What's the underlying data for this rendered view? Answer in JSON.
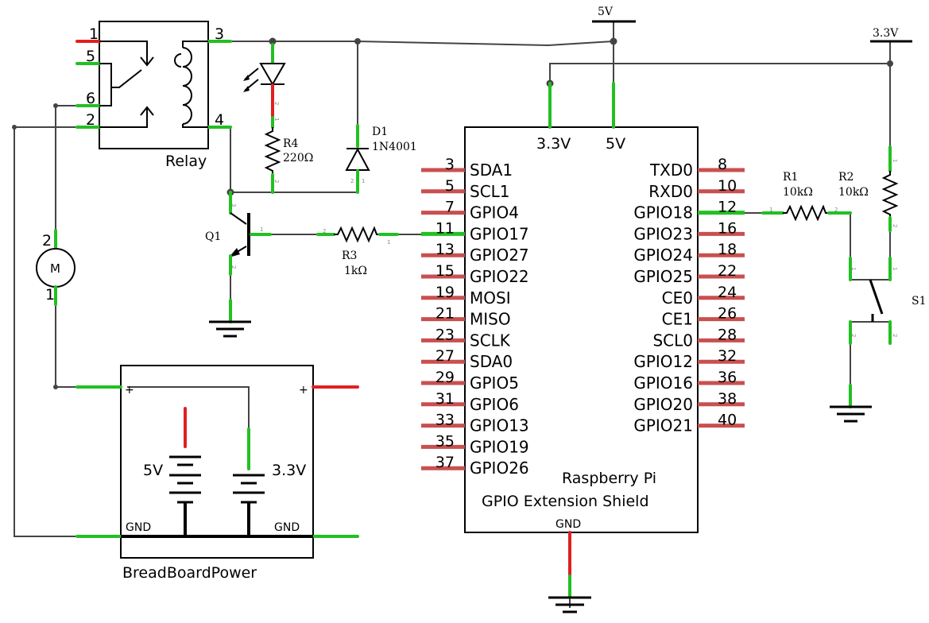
{
  "rails": {
    "five_v": "5V",
    "three_v": "3.3V"
  },
  "relay": {
    "label": "Relay",
    "pins": [
      "1",
      "5",
      "6",
      "2",
      "3",
      "4"
    ]
  },
  "motor": {
    "symbol": "M",
    "pin_top": "2",
    "pin_bottom": "1"
  },
  "breadboard": {
    "label": "BreadBoardPower",
    "plus": "+",
    "five_v": "5V",
    "three_v": "3.3V",
    "gnd": "GND"
  },
  "led": {
    "pin_bottom": "2",
    "pin_mid": "1"
  },
  "r4": {
    "name": "R4",
    "value": "220Ω",
    "pin_top": "1",
    "pin_bottom": "2"
  },
  "d1": {
    "name": "D1",
    "part": "1N4001",
    "pin_a": "2",
    "pin_b": "1"
  },
  "q1": {
    "name": "Q1",
    "pin_c": "3",
    "pin_b": "1",
    "pin_e": "2"
  },
  "r3": {
    "name": "R3",
    "value": "1kΩ",
    "pin_a": "2",
    "pin_b": "1"
  },
  "r1": {
    "name": "R1",
    "value": "10kΩ",
    "pin_a": "1",
    "pin_b": "2"
  },
  "r2": {
    "name": "R2",
    "value": "10kΩ",
    "pin_a": "1",
    "pin_b": "2"
  },
  "s1": {
    "name": "S1",
    "pins": [
      "1",
      "1",
      "2",
      "2"
    ]
  },
  "pi": {
    "title_line1": "Raspberry Pi",
    "title_line2": "GPIO Extension Shield",
    "top_left": "3.3V",
    "top_right": "5V",
    "gnd": "GND",
    "left_pins": [
      {
        "num": "3",
        "name": "SDA1"
      },
      {
        "num": "5",
        "name": "SCL1"
      },
      {
        "num": "7",
        "name": "GPIO4"
      },
      {
        "num": "11",
        "name": "GPIO17"
      },
      {
        "num": "13",
        "name": "GPIO27"
      },
      {
        "num": "15",
        "name": "GPIO22"
      },
      {
        "num": "19",
        "name": "MOSI"
      },
      {
        "num": "21",
        "name": "MISO"
      },
      {
        "num": "23",
        "name": "SCLK"
      },
      {
        "num": "27",
        "name": "SDA0"
      },
      {
        "num": "29",
        "name": "GPIO5"
      },
      {
        "num": "31",
        "name": "GPIO6"
      },
      {
        "num": "33",
        "name": "GPIO13"
      },
      {
        "num": "35",
        "name": "GPIO19"
      },
      {
        "num": "37",
        "name": "GPIO26"
      }
    ],
    "right_pins": [
      {
        "num": "8",
        "name": "TXD0"
      },
      {
        "num": "10",
        "name": "RXD0"
      },
      {
        "num": "12",
        "name": "GPIO18"
      },
      {
        "num": "16",
        "name": "GPIO23"
      },
      {
        "num": "18",
        "name": "GPIO24"
      },
      {
        "num": "22",
        "name": "GPIO25"
      },
      {
        "num": "24",
        "name": "CE0"
      },
      {
        "num": "26",
        "name": "CE1"
      },
      {
        "num": "28",
        "name": "SCL0"
      },
      {
        "num": "32",
        "name": "GPIO12"
      },
      {
        "num": "36",
        "name": "GPIO16"
      },
      {
        "num": "38",
        "name": "GPIO20"
      },
      {
        "num": "40",
        "name": "GPIO21"
      }
    ]
  }
}
